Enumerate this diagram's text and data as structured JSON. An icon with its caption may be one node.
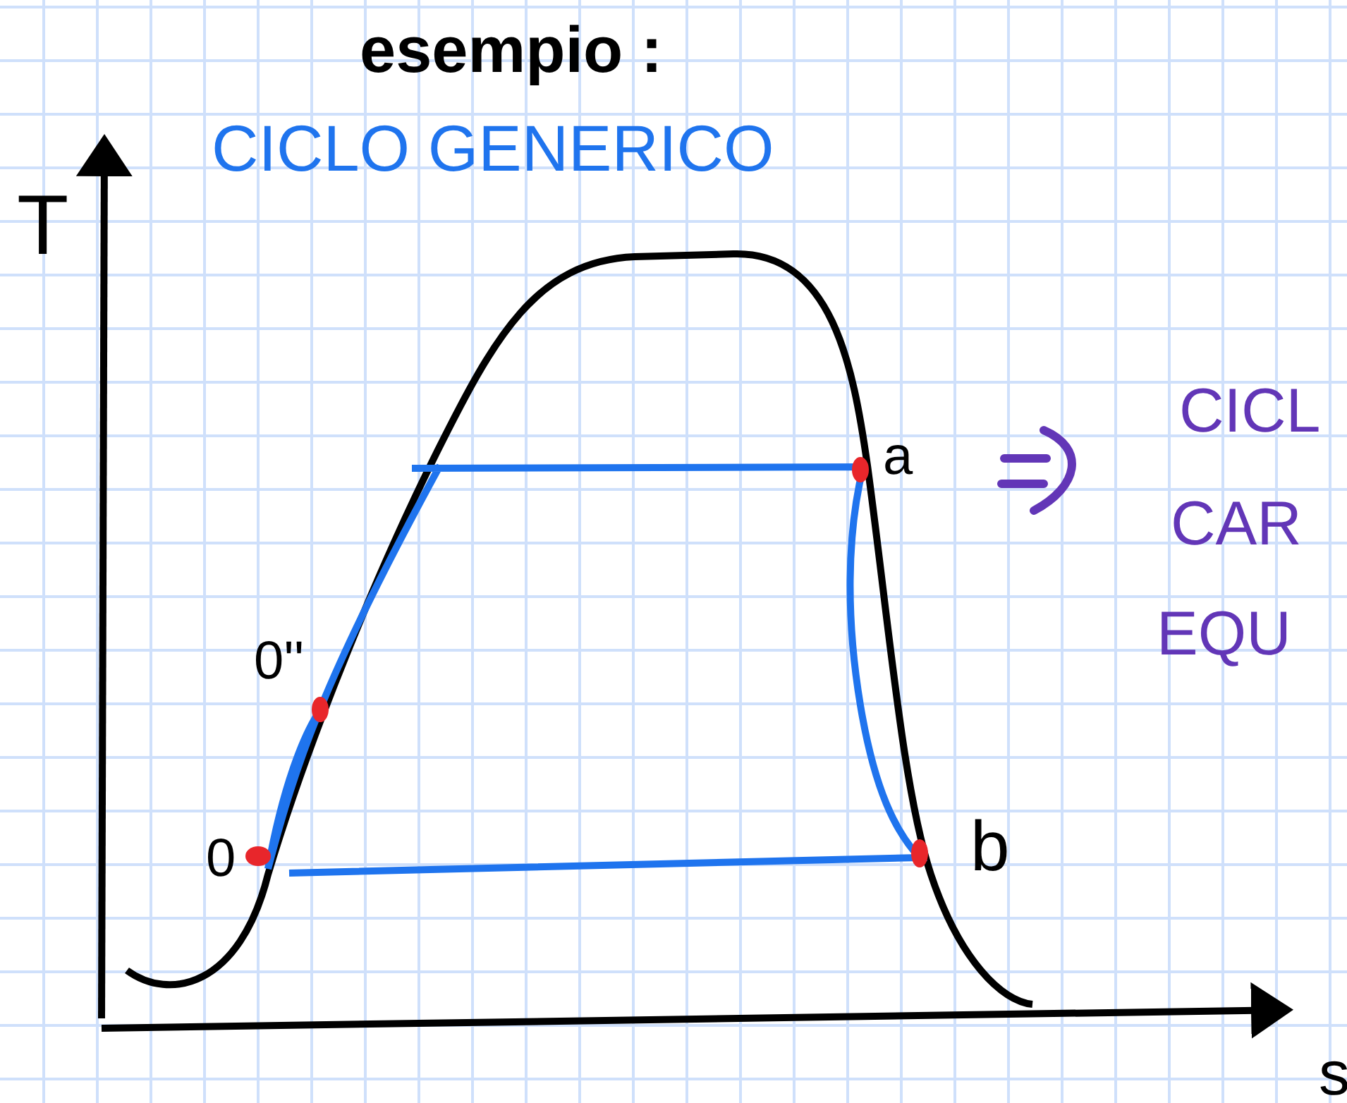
{
  "diagram": {
    "title": "esempio :",
    "labels": [
      "CICLO GENERICO",
      "T",
      "a",
      "CICL",
      "CAR",
      "EQU",
      "0''",
      "0",
      "b",
      "s"
    ]
  }
}
